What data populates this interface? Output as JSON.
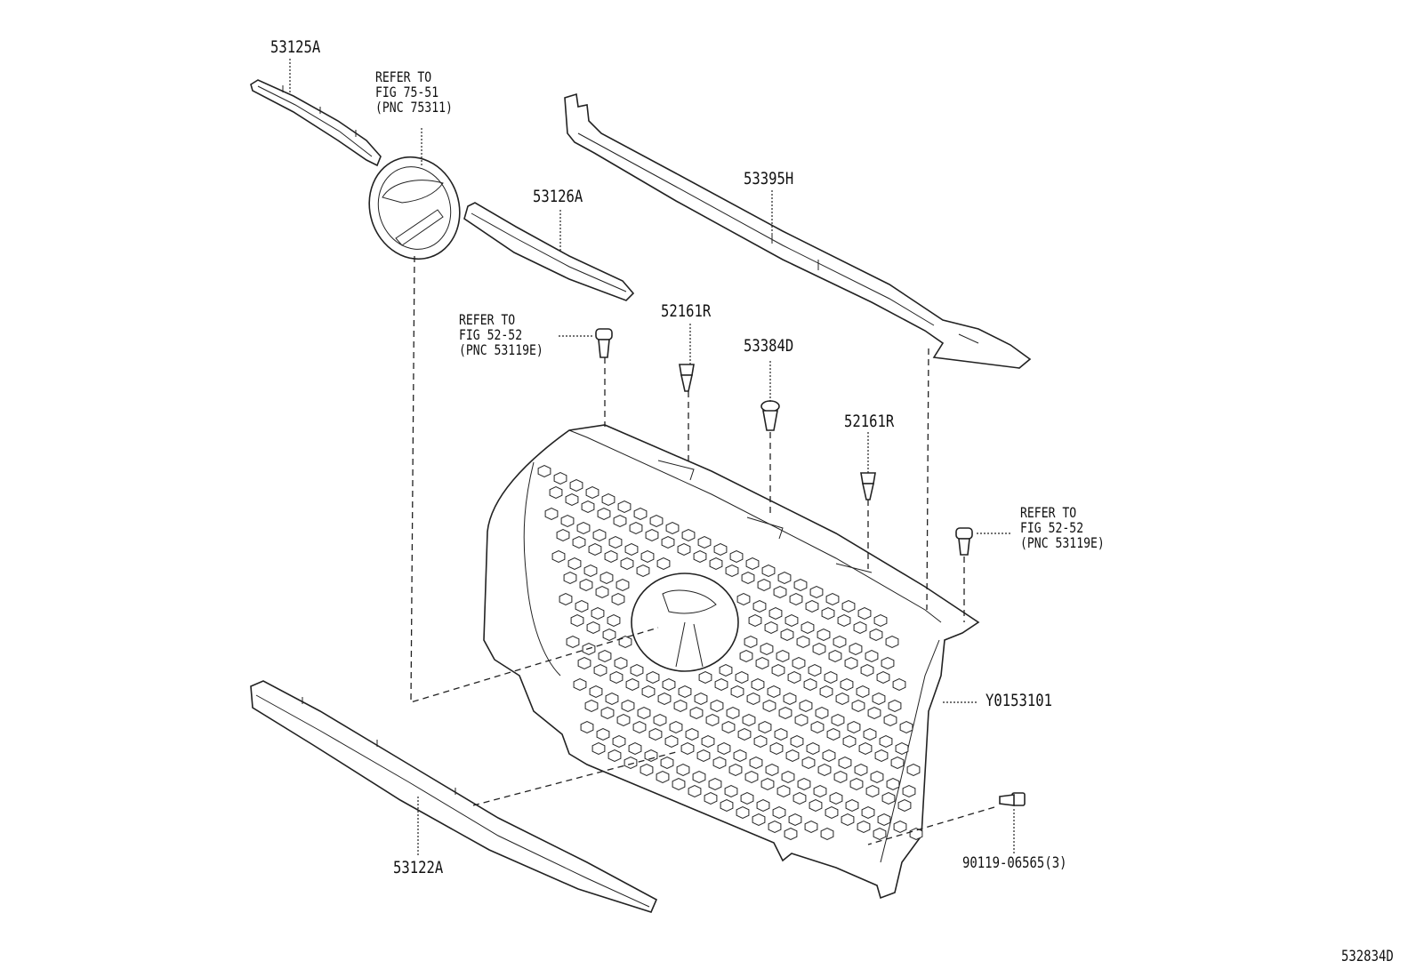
{
  "diagram": {
    "figure_id": "532834D",
    "parts": [
      {
        "key": "p1",
        "label": "53125A"
      },
      {
        "key": "p2",
        "label": "53126A"
      },
      {
        "key": "p3",
        "label": "53395H"
      },
      {
        "key": "p4",
        "label": "52161R"
      },
      {
        "key": "p5",
        "label": "53384D"
      },
      {
        "key": "p6",
        "label": "52161R"
      },
      {
        "key": "p7",
        "label": "Y0153101"
      },
      {
        "key": "p8",
        "label": "53122A"
      },
      {
        "key": "p9",
        "label": "90119-06565(3)"
      }
    ],
    "references": [
      {
        "line1": "REFER TO",
        "line2": "FIG 75-51",
        "line3": "(PNC 75311)"
      },
      {
        "line1": "REFER TO",
        "line2": "FIG 52-52",
        "line3": "(PNC 53119E)"
      },
      {
        "line1": "REFER TO",
        "line2": "FIG 52-52",
        "line3": "(PNC 53119E)"
      }
    ]
  }
}
